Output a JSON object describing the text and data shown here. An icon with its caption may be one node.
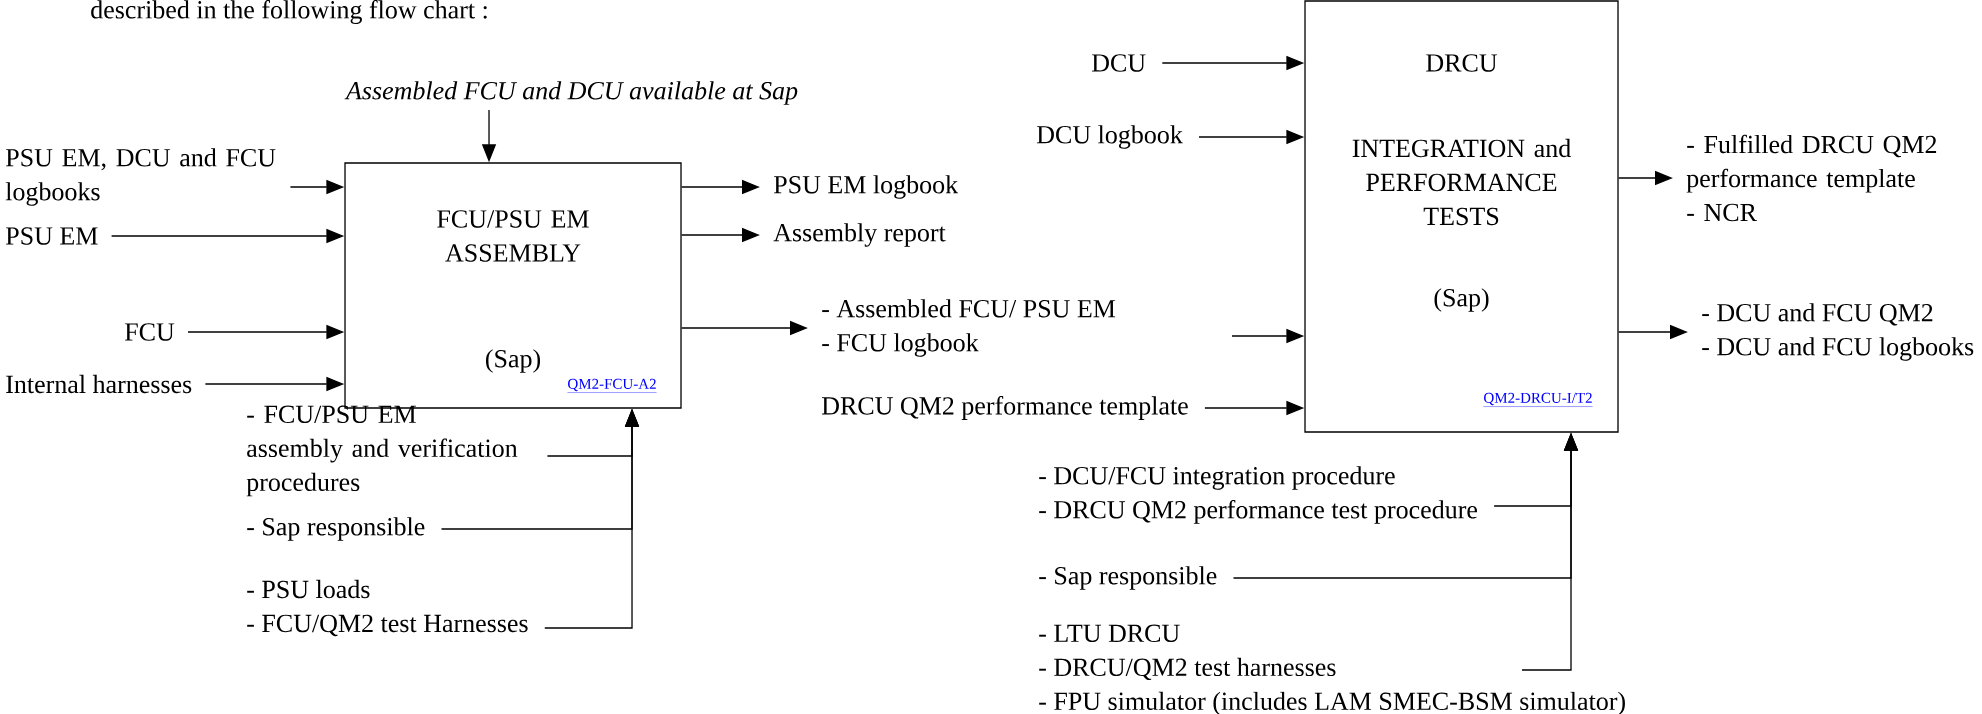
{
  "diagram": {
    "nodes": [
      {
        "text": [
          "FCU/PSU EM ASSEMBLY",
          "(Sap)",
          "QM2-FCU-A2"
        ]
      },
      {
        "text": [
          "DRCU",
          "INTEGRATION and PERFORMANCE TESTS",
          "(Sap)",
          "QM2-DRCU-I/T2"
        ]
      },
      {
        "text": [
          "Assembled FCU and DCU available at Sap"
        ]
      },
      {
        "text": [
          "PSU EM, DCU and FCU logbooks"
        ]
      },
      {
        "text": [
          "PSU EM"
        ]
      },
      {
        "text": [
          "FCU"
        ]
      },
      {
        "text": [
          "Internal harnesses"
        ]
      },
      {
        "text": [
          "- FCU/PSU EM assembly and verification procedures"
        ]
      },
      {
        "text": [
          "- Sap responsible"
        ]
      },
      {
        "text": [
          "- PSU loads",
          "- FCU/QM2 test Harnesses"
        ]
      },
      {
        "text": [
          "PSU EM logbook"
        ]
      },
      {
        "text": [
          "Assembly report"
        ]
      },
      {
        "text": [
          "- Assembled FCU/ PSU EM",
          "- FCU logbook"
        ]
      },
      {
        "text": [
          "DCU"
        ]
      },
      {
        "text": [
          "DCU logbook"
        ]
      },
      {
        "text": [
          "DRCU QM2 performance template"
        ]
      },
      {
        "text": [
          "- Fulfilled DRCU QM2 performance template",
          "- NCR"
        ]
      },
      {
        "text": [
          "- DCU and FCU QM2",
          "- DCU and FCU logbooks"
        ]
      },
      {
        "text": [
          "- DCU/FCU integration procedure",
          "- DRCU QM2 performance test procedure"
        ]
      },
      {
        "text": [
          "- Sap responsible"
        ]
      },
      {
        "text": [
          "- LTU DRCU",
          "- DRCU/QM2 test harnesses",
          "- FPU simulator (includes LAM SMEC-BSM simulator)"
        ]
      }
    ],
    "edges": [
      {
        "from": 2,
        "to": 0,
        "arrow": "to"
      },
      {
        "from": 3,
        "to": 0,
        "arrow": "to"
      },
      {
        "from": 4,
        "to": 0,
        "arrow": "to"
      },
      {
        "from": 5,
        "to": 0,
        "arrow": "to"
      },
      {
        "from": 6,
        "to": 0,
        "arrow": "to"
      },
      {
        "from": 7,
        "to": 0,
        "arrow": "to"
      },
      {
        "from": 8,
        "to": 0,
        "arrow": "to"
      },
      {
        "from": 9,
        "to": 0,
        "arrow": "to"
      },
      {
        "from": 0,
        "to": 10,
        "arrow": "to"
      },
      {
        "from": 0,
        "to": 11,
        "arrow": "to"
      },
      {
        "from": 0,
        "to": 12,
        "arrow": "to"
      },
      {
        "from": 13,
        "to": 1,
        "arrow": "to"
      },
      {
        "from": 14,
        "to": 1,
        "arrow": "to"
      },
      {
        "from": null,
        "to": 1,
        "arrow": "to"
      },
      {
        "from": 15,
        "to": 1,
        "arrow": "to"
      },
      {
        "from": 1,
        "to": 16,
        "arrow": "to"
      },
      {
        "from": 1,
        "to": 17,
        "arrow": "to"
      },
      {
        "from": 18,
        "to": 1,
        "arrow": "to"
      },
      {
        "from": 19,
        "to": 1,
        "arrow": "to"
      },
      {
        "from": 20,
        "to": 1,
        "arrow": "to"
      }
    ],
    "labels": [
      "described in the following flow chart :"
    ]
  }
}
